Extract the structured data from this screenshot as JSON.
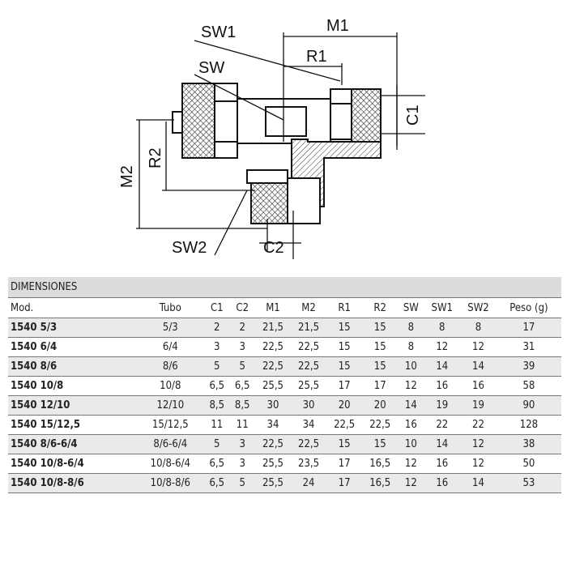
{
  "drawing": {
    "labels": {
      "sw1": "SW1",
      "m1": "M1",
      "sw": "SW",
      "r1": "R1",
      "c1": "C1",
      "m2": "M2",
      "r2": "R2",
      "sw2": "SW2",
      "c2": "C2"
    }
  },
  "table": {
    "title": "DIMENSIONES",
    "columns": [
      "Mod.",
      "Tubo",
      "C1",
      "C2",
      "M1",
      "M2",
      "R1",
      "R2",
      "SW",
      "SW1",
      "SW2",
      "Peso (g)"
    ],
    "rows": [
      [
        "1540 5/3",
        "5/3",
        "2",
        "2",
        "21,5",
        "21,5",
        "15",
        "15",
        "8",
        "8",
        "8",
        "17"
      ],
      [
        "1540 6/4",
        "6/4",
        "3",
        "3",
        "22,5",
        "22,5",
        "15",
        "15",
        "8",
        "12",
        "12",
        "31"
      ],
      [
        "1540 8/6",
        "8/6",
        "5",
        "5",
        "22,5",
        "22,5",
        "15",
        "15",
        "10",
        "14",
        "14",
        "39"
      ],
      [
        "1540 10/8",
        "10/8",
        "6,5",
        "6,5",
        "25,5",
        "25,5",
        "17",
        "17",
        "12",
        "16",
        "16",
        "58"
      ],
      [
        "1540 12/10",
        "12/10",
        "8,5",
        "8,5",
        "30",
        "30",
        "20",
        "20",
        "14",
        "19",
        "19",
        "90"
      ],
      [
        "1540 15/12,5",
        "15/12,5",
        "11",
        "11",
        "34",
        "34",
        "22,5",
        "22,5",
        "16",
        "22",
        "22",
        "128"
      ],
      [
        "1540 8/6-6/4",
        "8/6-6/4",
        "5",
        "3",
        "22,5",
        "22,5",
        "15",
        "15",
        "10",
        "14",
        "12",
        "38"
      ],
      [
        "1540 10/8-6/4",
        "10/8-6/4",
        "6,5",
        "3",
        "25,5",
        "23,5",
        "17",
        "16,5",
        "12",
        "16",
        "12",
        "50"
      ],
      [
        "1540 10/8-8/6",
        "10/8-8/6",
        "6,5",
        "5",
        "25,5",
        "24",
        "17",
        "16,5",
        "12",
        "16",
        "14",
        "53"
      ]
    ]
  }
}
